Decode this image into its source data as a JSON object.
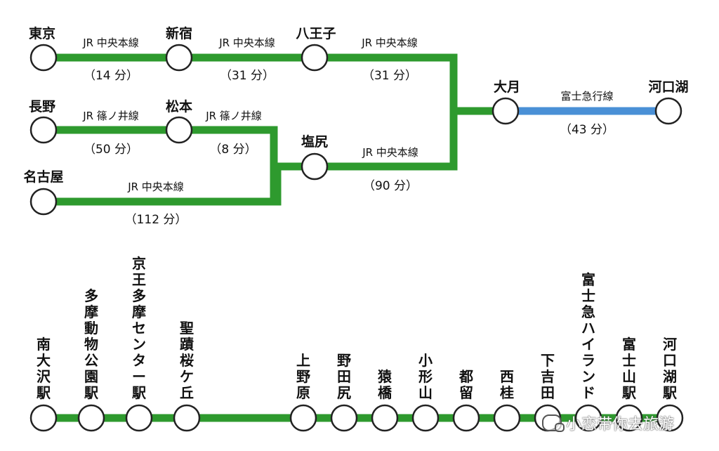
{
  "colors": {
    "jr_line": "#2e9a2e",
    "fuji_line": "#4a90d6",
    "station_fill": "#ffffff",
    "station_stroke": "#222222"
  },
  "top_map": {
    "stations": {
      "tokyo": "東京",
      "shinjuku": "新宿",
      "hachioji": "八王子",
      "otsuki": "大月",
      "kawaguchiko": "河口湖",
      "nagano": "長野",
      "matsumoto": "松本",
      "shiojiri": "塩尻",
      "nagoya": "名古屋"
    },
    "segments": {
      "tokyo_shinjuku": {
        "line": "JR 中央本線",
        "time": "（14 分）"
      },
      "shinjuku_hachioji": {
        "line": "JR 中央本線",
        "time": "（31 分）"
      },
      "hachioji_otsuki": {
        "line": "JR 中央本線",
        "time": "（31 分）"
      },
      "otsuki_kawaguchiko": {
        "line": "富士急行線",
        "time": "（43 分）"
      },
      "nagano_matsumoto": {
        "line": "JR 篠ノ井線",
        "time": "（50 分）"
      },
      "matsumoto_shiojiri": {
        "line": "JR 篠ノ井線",
        "time": "（8 分）"
      },
      "shiojiri_otsuki": {
        "line": "JR 中央本線",
        "time": "（90 分）"
      },
      "nagoya_shiojiri": {
        "line": "JR 中央本線",
        "time": "（112 分）"
      }
    }
  },
  "bottom_line": {
    "stations": [
      "南大沢駅",
      "多摩動物公園駅",
      "京王多摩センター駅",
      "聖蹟桜ケ丘",
      "上野原",
      "野田尻",
      "猿橋",
      "小形山",
      "都留",
      "西桂",
      "下吉田",
      "富士急ハイランド",
      "富士山駅",
      "河口湖駅"
    ]
  },
  "watermark": {
    "text": "小恋带你去旅游",
    "icon": "wechat-icon"
  }
}
